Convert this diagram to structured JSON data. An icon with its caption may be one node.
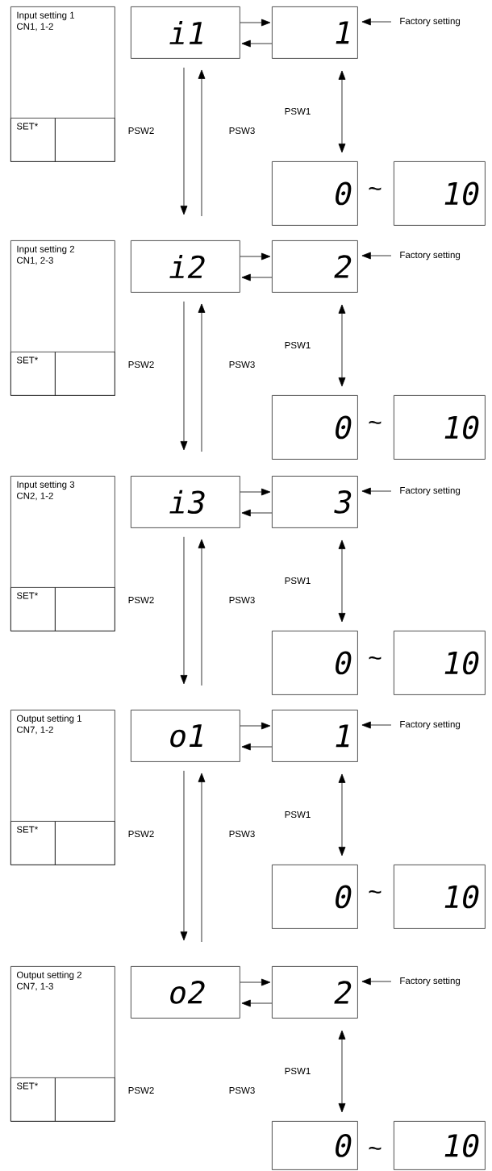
{
  "diagram": {
    "nodes": [
      {
        "text": [
          "Input setting 1 CN1, 1-2"
        ]
      },
      {
        "text": [
          "SET*"
        ],
        "in": 0
      },
      {
        "text": [],
        "shape": "box",
        "in": 0
      },
      {
        "text": [
          "i1"
        ]
      },
      {
        "text": [
          "1"
        ]
      },
      {
        "text": [
          "0"
        ]
      },
      {
        "text": [
          "10"
        ]
      },
      {
        "text": [
          "Factory setting"
        ]
      },
      {
        "text": [
          "Input setting 2 CN1, 2-3"
        ]
      },
      {
        "text": [
          "SET*"
        ],
        "in": 8
      },
      {
        "text": [],
        "shape": "box",
        "in": 8
      },
      {
        "text": [
          "i2"
        ]
      },
      {
        "text": [
          "2"
        ]
      },
      {
        "text": [
          "0"
        ]
      },
      {
        "text": [
          "10"
        ]
      },
      {
        "text": [
          "Factory setting"
        ]
      },
      {
        "text": [
          "Input setting 3 CN2, 1-2"
        ]
      },
      {
        "text": [
          "SET*"
        ],
        "in": 16
      },
      {
        "text": [],
        "shape": "box",
        "in": 16
      },
      {
        "text": [
          "i3"
        ]
      },
      {
        "text": [
          "3"
        ]
      },
      {
        "text": [
          "0"
        ]
      },
      {
        "text": [
          "10"
        ]
      },
      {
        "text": [
          "Factory setting"
        ]
      },
      {
        "text": [
          "Output setting 1 CN7, 1-2"
        ]
      },
      {
        "text": [
          "SET*"
        ],
        "in": 24
      },
      {
        "text": [],
        "shape": "box",
        "in": 24
      },
      {
        "text": [
          "o1"
        ]
      },
      {
        "text": [
          "1"
        ]
      },
      {
        "text": [
          "0"
        ]
      },
      {
        "text": [
          "10"
        ]
      },
      {
        "text": [
          "Factory setting"
        ]
      },
      {
        "text": [
          "Output setting 2 CN7, 1-3"
        ]
      },
      {
        "text": [
          "SET*"
        ],
        "in": 32
      },
      {
        "text": [],
        "shape": "box",
        "in": 32
      },
      {
        "text": [
          "o2"
        ]
      },
      {
        "text": [
          "2"
        ]
      },
      {
        "text": [
          "0"
        ]
      },
      {
        "text": [
          "10"
        ]
      },
      {
        "text": [
          "Factory setting"
        ]
      }
    ],
    "edges": [
      {
        "from": 3,
        "to": 4,
        "arrow": "to"
      },
      {
        "from": 4,
        "to": 3,
        "arrow": "to"
      },
      {
        "from": 7,
        "to": 4,
        "arrow": "to"
      },
      {
        "from": 4,
        "to": 5,
        "arrow": "both",
        "label": "PSW1"
      },
      {
        "from": 3,
        "to": 11,
        "arrow": "to",
        "label": "PSW2"
      },
      {
        "from": 11,
        "to": 3,
        "arrow": "to",
        "label": "PSW3"
      },
      {
        "from": 11,
        "to": 12,
        "arrow": "to"
      },
      {
        "from": 12,
        "to": 11,
        "arrow": "to"
      },
      {
        "from": 15,
        "to": 12,
        "arrow": "to"
      },
      {
        "from": 12,
        "to": 13,
        "arrow": "both",
        "label": "PSW1"
      },
      {
        "from": 11,
        "to": 19,
        "arrow": "to",
        "label": "PSW2"
      },
      {
        "from": 19,
        "to": 11,
        "arrow": "to",
        "label": "PSW3"
      },
      {
        "from": 19,
        "to": 20,
        "arrow": "to"
      },
      {
        "from": 20,
        "to": 19,
        "arrow": "to"
      },
      {
        "from": 23,
        "to": 20,
        "arrow": "to"
      },
      {
        "from": 20,
        "to": 21,
        "arrow": "both",
        "label": "PSW1"
      },
      {
        "from": 19,
        "to": 27,
        "arrow": "to",
        "label": "PSW2"
      },
      {
        "from": 27,
        "to": 19,
        "arrow": "to",
        "label": "PSW3"
      },
      {
        "from": 27,
        "to": 28,
        "arrow": "to"
      },
      {
        "from": 28,
        "to": 27,
        "arrow": "to"
      },
      {
        "from": 31,
        "to": 28,
        "arrow": "to"
      },
      {
        "from": 28,
        "to": 29,
        "arrow": "both",
        "label": "PSW1"
      },
      {
        "from": 27,
        "to": 35,
        "arrow": "to",
        "label": "PSW2"
      },
      {
        "from": 35,
        "to": 27,
        "arrow": "to",
        "label": "PSW3"
      },
      {
        "from": 35,
        "to": 36,
        "arrow": "to"
      },
      {
        "from": 36,
        "to": 35,
        "arrow": "to"
      },
      {
        "from": 39,
        "to": 36,
        "arrow": "to"
      },
      {
        "from": 36,
        "to": 37,
        "arrow": "both",
        "label": "PSW1"
      }
    ],
    "labels": [
      "~",
      "~",
      "~",
      "~",
      "PSW2",
      "PSW3",
      "~"
    ]
  }
}
